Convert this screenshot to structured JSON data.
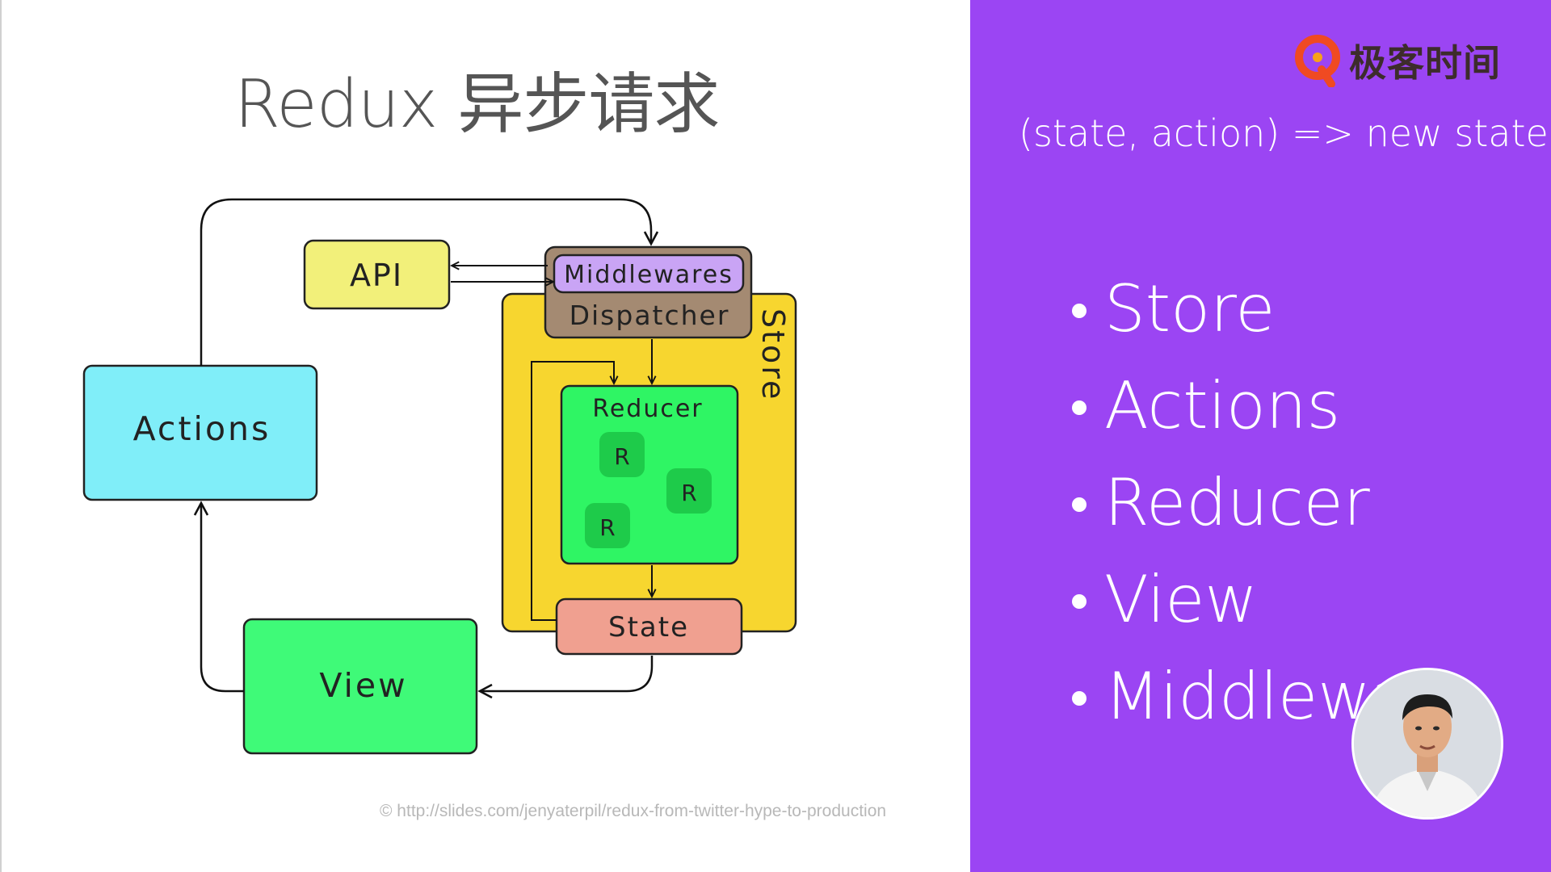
{
  "slide": {
    "title": "Redux 异步请求",
    "credit": "© http://slides.com/jenyaterpil/redux-from-twitter-hype-to-production"
  },
  "diagram": {
    "labels": {
      "api": "API",
      "middlewares": "Middlewares",
      "dispatcher": "Dispatcher",
      "store": "Store",
      "reducer": "Reducer",
      "r1": "R",
      "r2": "R",
      "r3": "R",
      "state": "State",
      "actions": "Actions",
      "view": "View"
    }
  },
  "sidebar": {
    "logo_text": "极客时间",
    "formula": "(state, action) => new state",
    "bullets": [
      "Store",
      "Actions",
      "Reducer",
      "View",
      "Middlewa"
    ]
  },
  "colors": {
    "sidebar_bg": "#9b45f3",
    "api": "#f2f07a",
    "middlewares": "#c9a4f5",
    "dispatcher": "#a48a72",
    "store": "#f7d62f",
    "reducer": "#2ff564",
    "reducer_item": "#1ecb4a",
    "state": "#f0a090",
    "actions": "#80eef9",
    "view": "#3ffa78",
    "logo_accent": "#f04a22"
  },
  "icons": {
    "logo": "geektime-logo-icon",
    "bullet": "bullet-dot-icon",
    "presenter": "presenter-avatar"
  }
}
